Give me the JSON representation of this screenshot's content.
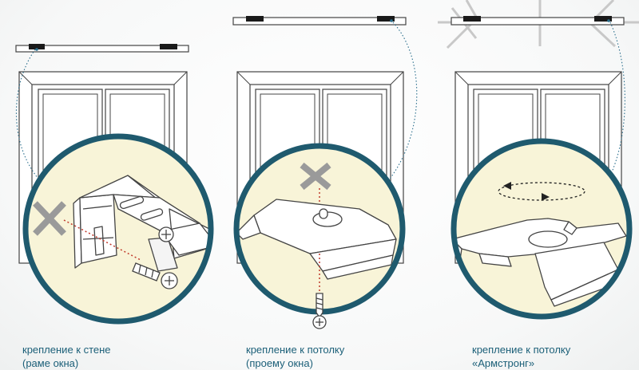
{
  "captions": [
    {
      "line1": "крепление к стене",
      "line2": "(раме окна)"
    },
    {
      "line1": "крепление к потолку",
      "line2": "(проему окна)"
    },
    {
      "line1": "крепление к потолку",
      "line2": "«Армстронг»"
    }
  ],
  "colors": {
    "outline": "#444444",
    "ring": "#1f5a6e",
    "circle_fill": "#f8f4d8",
    "cross": "#9a9a9a",
    "dotted_red": "#c0392b",
    "dotted_blue": "#2b6f8d",
    "caption": "#1b5f78",
    "armstrong_grid": "#c8c8c8"
  },
  "icons": [
    "cross-mark-icon",
    "screw-icon",
    "rotation-arrow-icon"
  ]
}
